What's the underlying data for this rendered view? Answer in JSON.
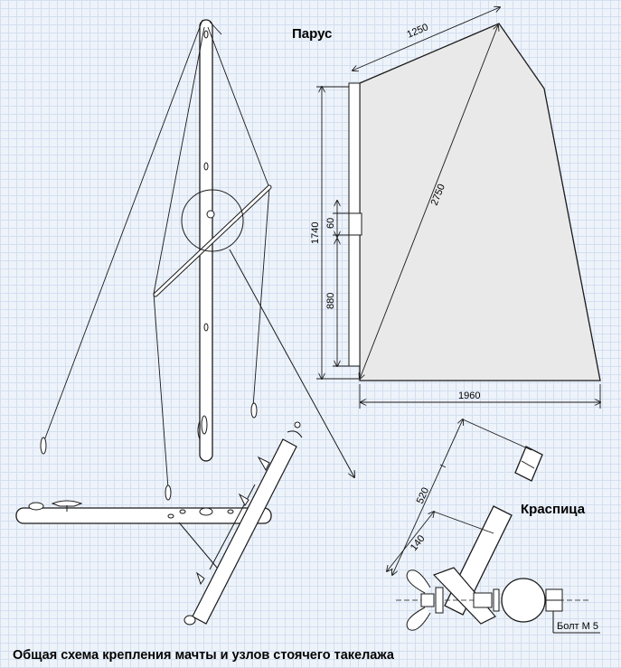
{
  "labels": {
    "sail_title": "Парус",
    "spreader_title": "Краспица",
    "caption": "Общая схема крепления мачты и узлов стоячего такелажа",
    "bolt": "Болт М 5"
  },
  "dimensions": {
    "sail_top": "1250",
    "sail_diagonal": "2750",
    "sail_luff": "1740",
    "sail_gap": "60",
    "sail_lower_luff": "880",
    "sail_foot": "1960",
    "spreader_length": "520",
    "spreader_lower": "140"
  },
  "colors": {
    "grid_bg": "#eef3fa",
    "grid_line": "#d3dff0",
    "sail_fill": "#e9e9ea",
    "stroke": "#1a1a1a"
  },
  "icons": [
    "mast-icon",
    "boom-icon",
    "sail-icon",
    "spreader-icon",
    "wingnut-icon",
    "bolt-icon",
    "turnbuckle-icon"
  ]
}
